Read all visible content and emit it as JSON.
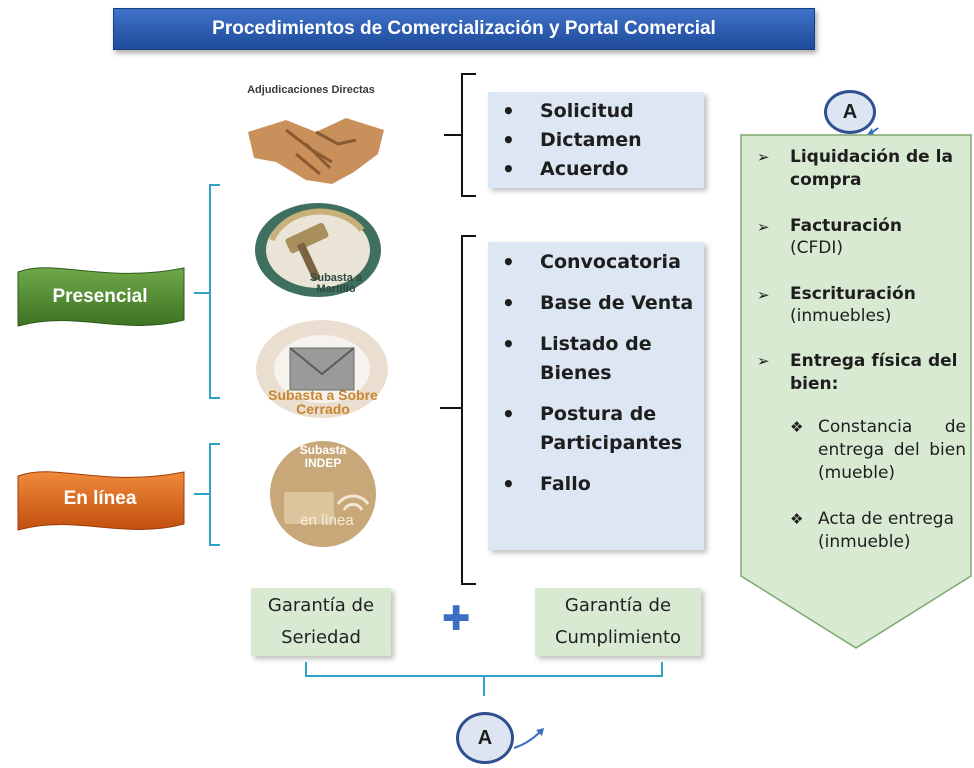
{
  "title": "Procedimientos de Comercialización  y Portal Comercial",
  "left_labels": {
    "presencial": "Presencial",
    "en_linea": "En línea"
  },
  "logos": {
    "adjudicaciones": "Adjudicaciones Directas",
    "subasta_martillo": "Subasta a Martillo",
    "subasta_sobre": "Subasta a Sobre Cerrado",
    "subasta_indep_1": "Subasta",
    "subasta_indep_2": "INDEP",
    "subasta_indep_3": "en línea"
  },
  "list_top": [
    "Solicitud",
    "Dictamen",
    "Acuerdo"
  ],
  "list_bottom": [
    "Convocatoria",
    "Base de Venta",
    "Listado de Bienes",
    "Postura de Participantes",
    "Fallo"
  ],
  "garantias": {
    "seriedad": "Garantía de Seriedad",
    "cumplimiento": "Garantía de Cumplimiento",
    "plus": "✚"
  },
  "connector_label": "A",
  "pentagon": {
    "item1_bold": "Liquidación de la compra",
    "item2_bold": "Facturación",
    "item2_rest": "(CFDI)",
    "item3_bold": "Escrituración",
    "item3_rest": "(inmuebles)",
    "item4_bold": "Entrega física del bien:",
    "sub1": "Constancia de entrega del bien (mueble)",
    "sub2": "Acta de entrega (inmueble)"
  },
  "colors": {
    "title_blue": "#2f5fb3",
    "presencial_green": "#4f8a2f",
    "en_linea_orange": "#d9621a",
    "bracket_teal": "#2ea3c7",
    "list_bg": "#dce7f3",
    "green_bg": "#d9ead3",
    "plus_blue": "#3a6fc4"
  }
}
